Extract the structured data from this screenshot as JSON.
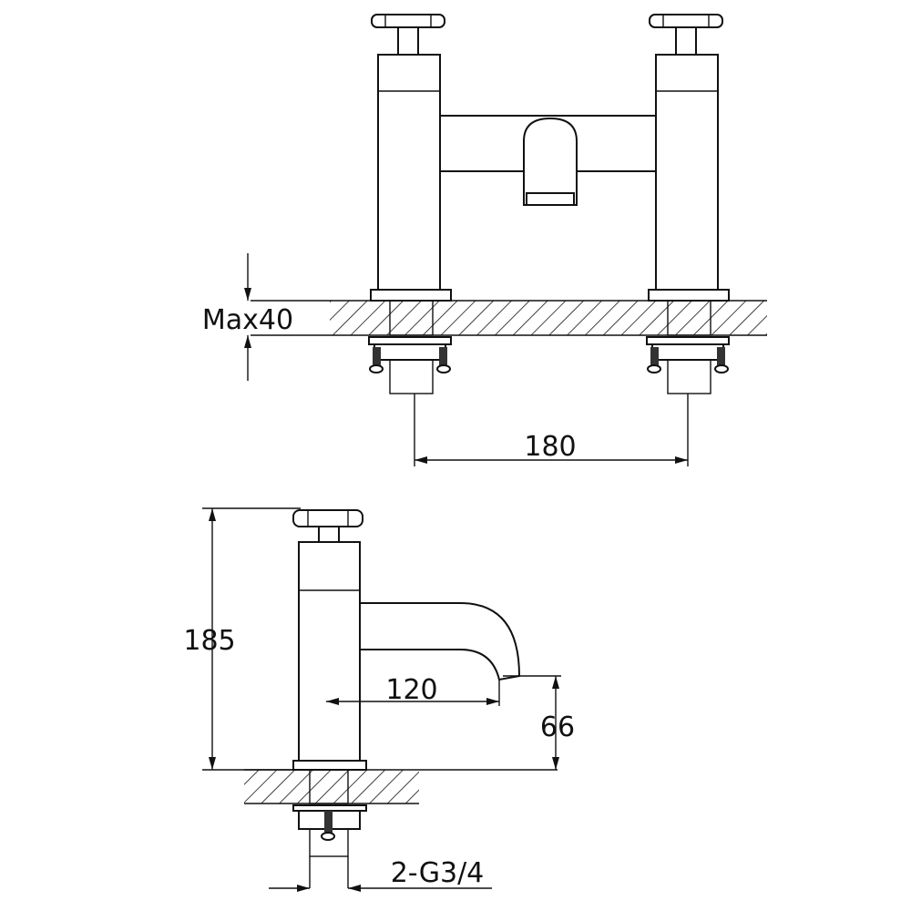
{
  "front_view": {
    "max_thickness_label": "Max40",
    "centres_label": "180"
  },
  "side_view": {
    "height_label": "185",
    "reach_label": "120",
    "spout_height_label": "66",
    "connection_label": "2-G3/4"
  },
  "colors": {
    "line": "#111111",
    "background": "#ffffff"
  }
}
